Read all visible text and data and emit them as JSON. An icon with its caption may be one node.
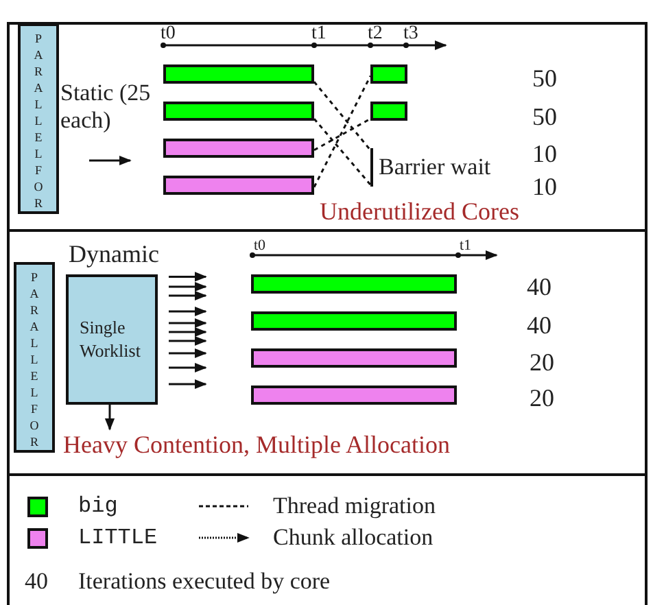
{
  "diagram": {
    "nodes": [
      {
        "text": [
          "PARALLELFOR"
        ]
      },
      {
        "text": [],
        "shape": "bar"
      },
      {
        "text": [],
        "shape": "bar"
      },
      {
        "text": [],
        "shape": "bar"
      },
      {
        "text": [],
        "shape": "bar"
      },
      {
        "text": [],
        "shape": "bar"
      },
      {
        "text": [],
        "shape": "bar"
      },
      {
        "text": [
          "Barrier wait"
        ]
      },
      {
        "text": [
          "PARALLELFOR"
        ]
      },
      {
        "text": [
          "Single Worklist"
        ]
      },
      {
        "text": [],
        "shape": "bar"
      },
      {
        "text": [],
        "shape": "bar"
      },
      {
        "text": [],
        "shape": "bar"
      },
      {
        "text": [],
        "shape": "bar"
      },
      {
        "text": [
          "Heavy Contention, Multiple Allocation"
        ]
      }
    ],
    "edges": [
      {
        "from": 1,
        "to": 7,
        "arrow": "none",
        "style": "dashed"
      },
      {
        "from": 2,
        "to": 7,
        "arrow": "none",
        "style": "dashed"
      },
      {
        "from": 3,
        "to": 6,
        "arrow": "none",
        "style": "dashed"
      },
      {
        "from": 4,
        "to": 5,
        "arrow": "none",
        "style": "dashed"
      },
      {
        "from": 9,
        "to": null,
        "arrow": "to"
      },
      {
        "from": 9,
        "to": null,
        "arrow": "to"
      },
      {
        "from": 9,
        "to": null,
        "arrow": "to"
      },
      {
        "from": 9,
        "to": null,
        "arrow": "to"
      },
      {
        "from": 9,
        "to": null,
        "arrow": "to"
      },
      {
        "from": 9,
        "to": null,
        "arrow": "to"
      },
      {
        "from": 9,
        "to": null,
        "arrow": "to"
      },
      {
        "from": 9,
        "to": null,
        "arrow": "to"
      },
      {
        "from": 9,
        "to": null,
        "arrow": "to"
      },
      {
        "from": 9,
        "to": null,
        "arrow": "to"
      },
      {
        "from": 9,
        "to": 14,
        "arrow": "to"
      }
    ],
    "labels": [
      "t0",
      "t1",
      "t2",
      "t3",
      "Static (25 each)",
      "50",
      "50",
      "10",
      "10",
      "Underutilized Cores",
      "Dynamic",
      "t0",
      "t1",
      "40",
      "40",
      "20",
      "20",
      "40"
    ],
    "legend": [
      {
        "text": "big",
        "color": "#00ff00"
      },
      {
        "text": "LITTLE",
        "color": "#ee82ee"
      },
      {
        "text": "Thread migration"
      },
      {
        "text": "Chunk allocation"
      },
      {
        "text": "Iterations executed by core"
      }
    ]
  }
}
